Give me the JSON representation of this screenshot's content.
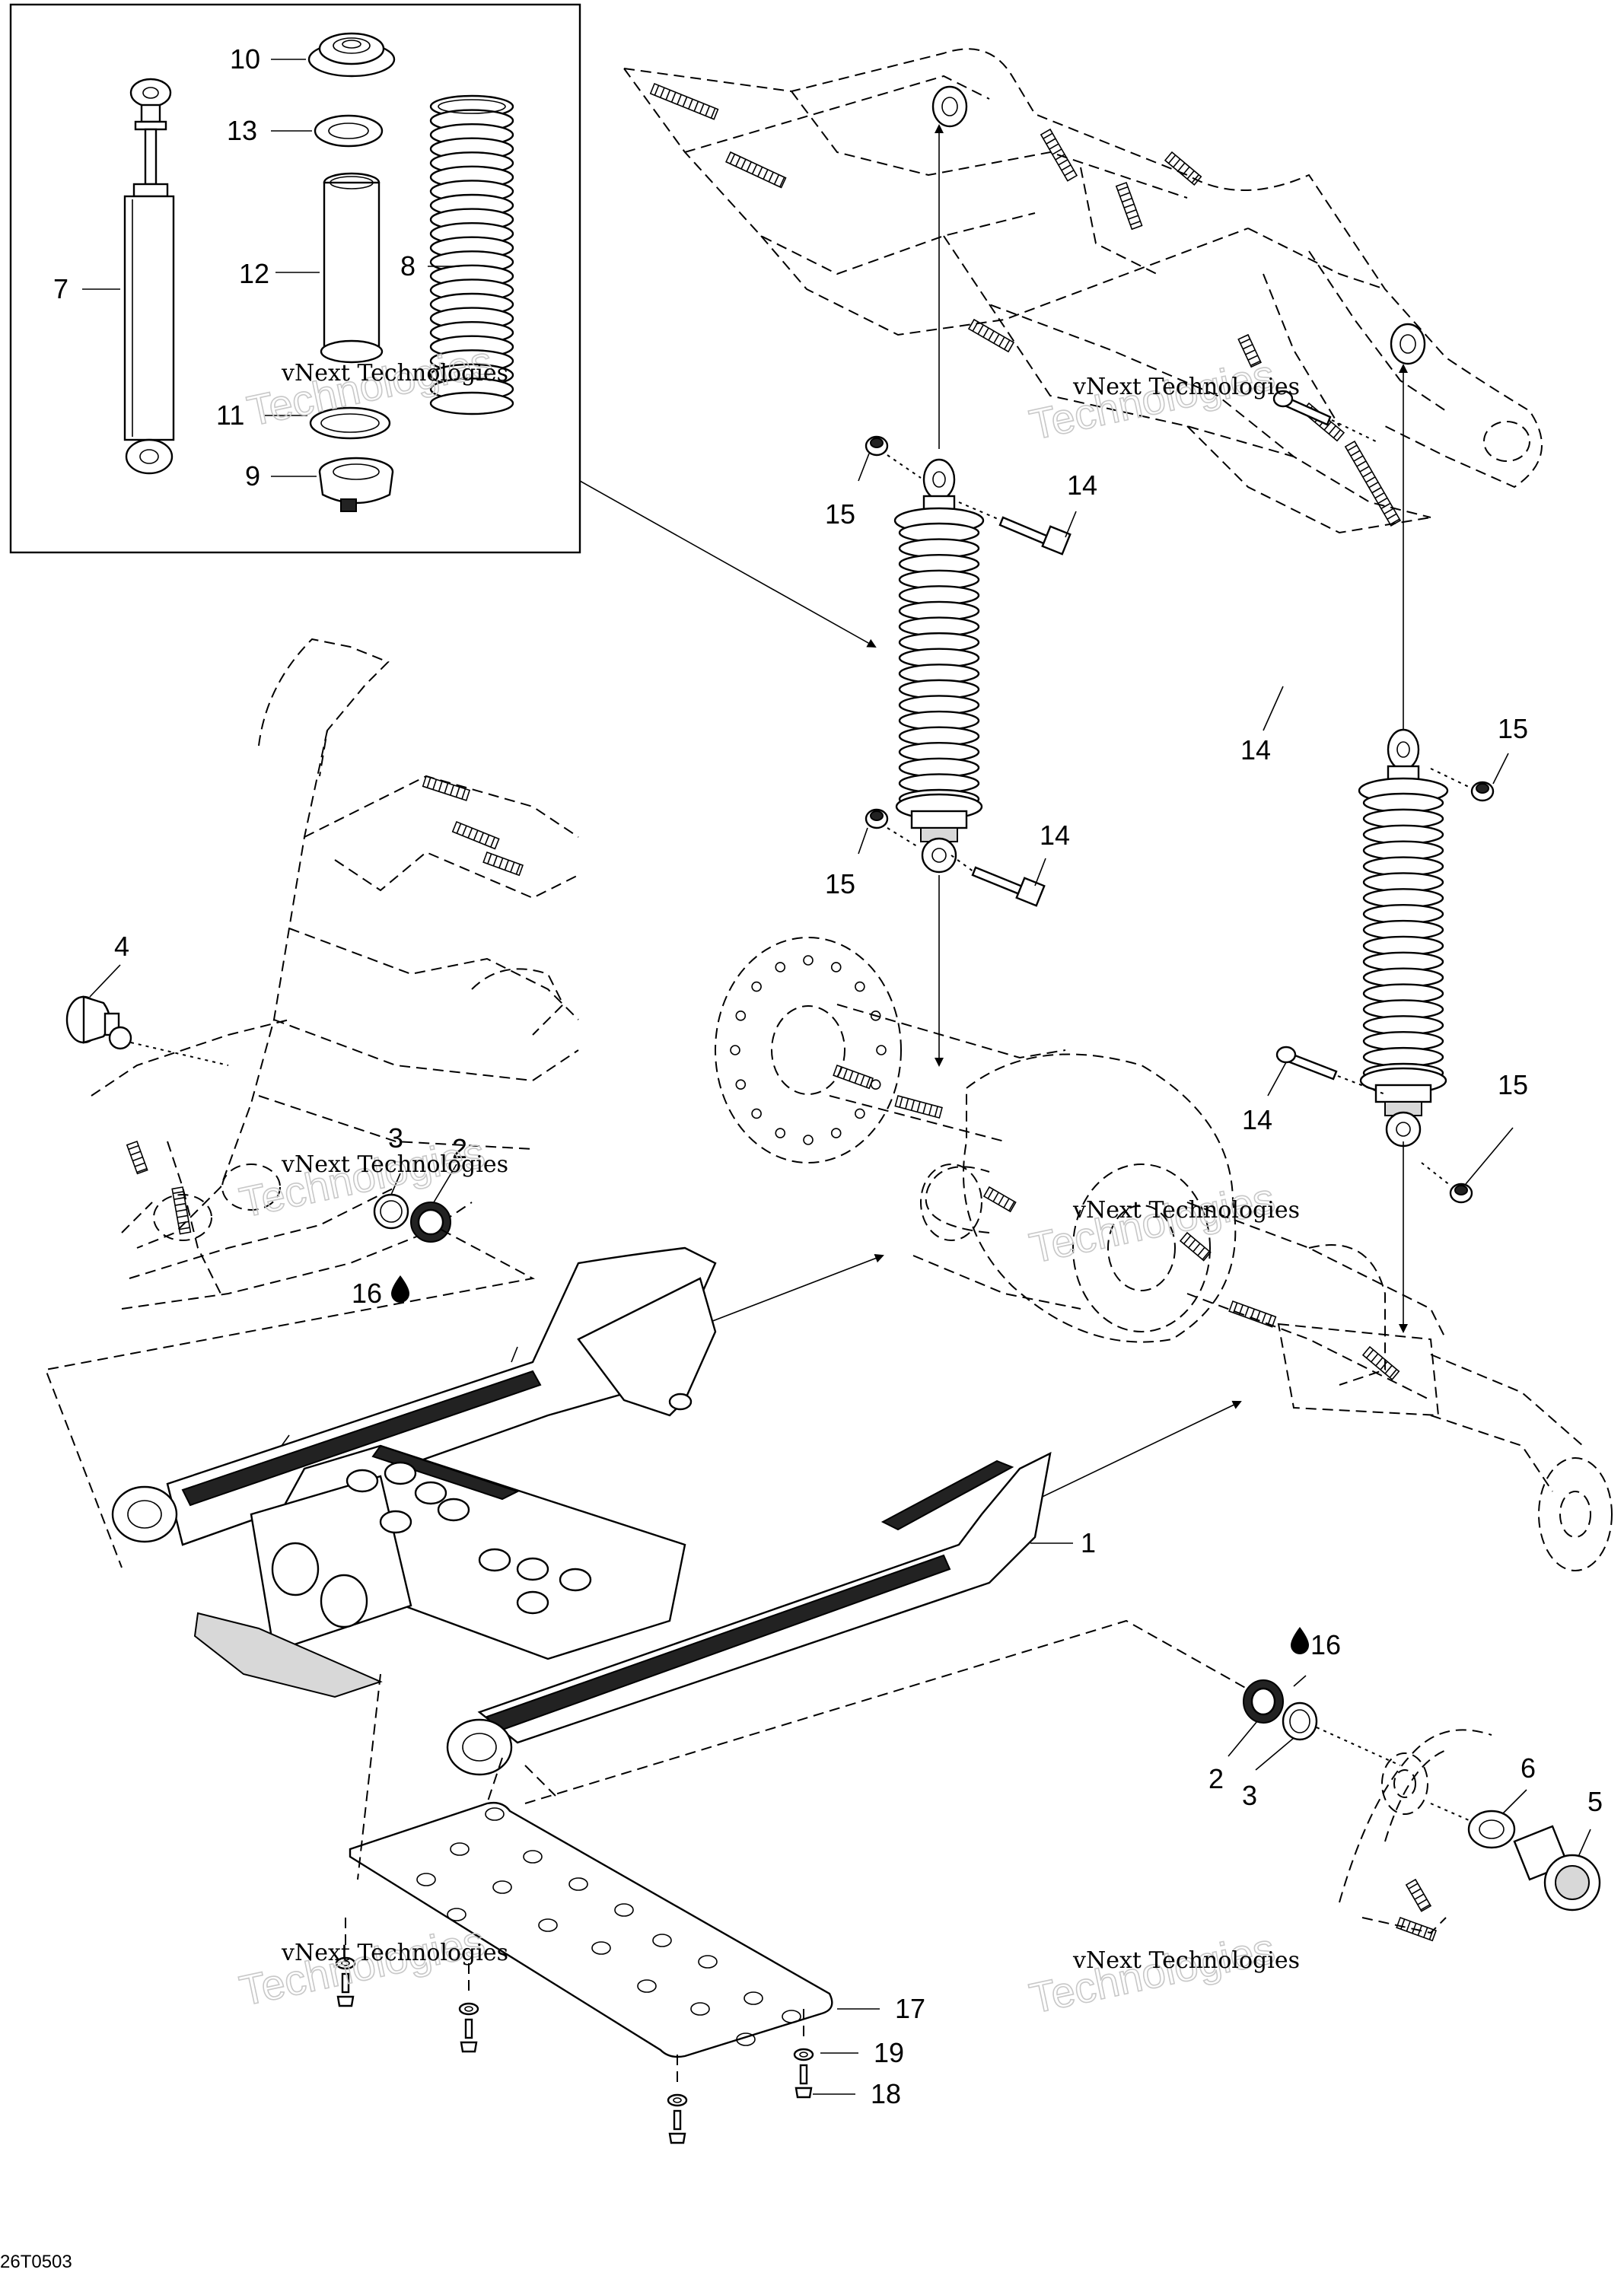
{
  "diagram": {
    "reference_code": "26T0503",
    "watermark_line1": "vNext Technologies",
    "watermark_line2": "Technologies",
    "callouts": {
      "c1": "1",
      "c2a": "2",
      "c2b": "2",
      "c3a": "3",
      "c3b": "3",
      "c4": "4",
      "c5": "5",
      "c6": "6",
      "c7": "7",
      "c8": "8",
      "c9": "9",
      "c10": "10",
      "c11": "11",
      "c12": "12",
      "c13": "13",
      "c14a": "14",
      "c14b": "14",
      "c14c": "14",
      "c14d": "14",
      "c15a": "15",
      "c15b": "15",
      "c15c": "15",
      "c15d": "15",
      "c16a": "16",
      "c16b": "16",
      "c17": "17",
      "c18": "18",
      "c19": "19"
    }
  }
}
